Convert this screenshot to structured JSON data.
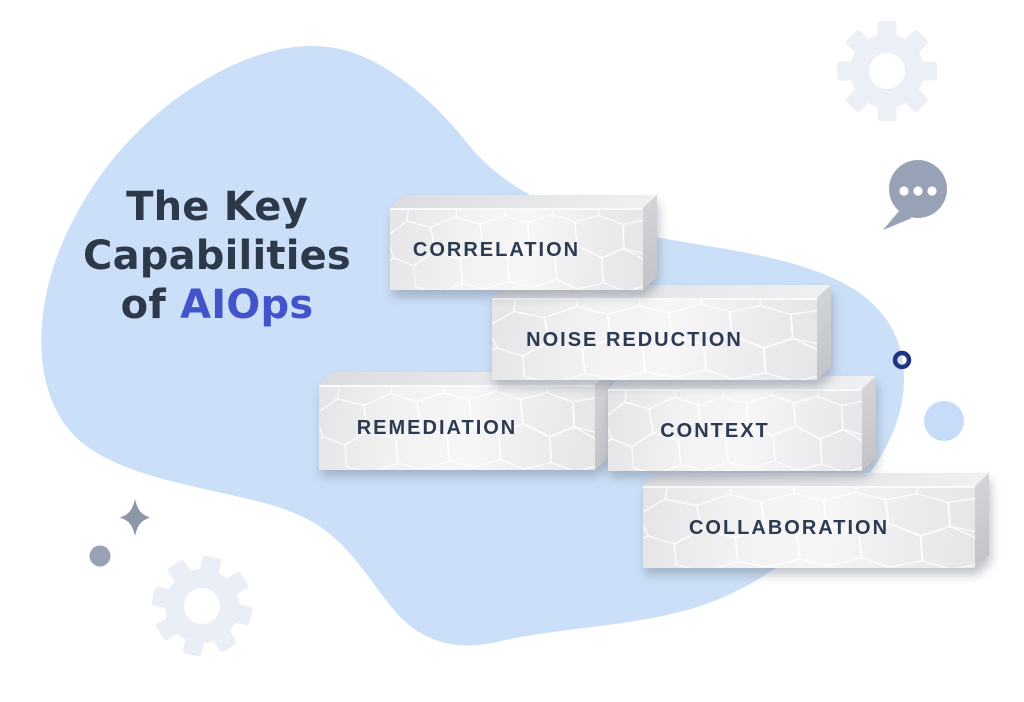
{
  "title": {
    "line1": "The Key",
    "line2": "Capabilities",
    "line3_prefix": "of ",
    "line3_accent": "AIOps",
    "text_color": "#2d3849",
    "accent_color": "#4254ca"
  },
  "blocks": [
    {
      "id": "correlation",
      "label": "CORRELATION"
    },
    {
      "id": "noise-reduction",
      "label": "NOISE REDUCTION"
    },
    {
      "id": "remediation",
      "label": "REMEDIATION"
    },
    {
      "id": "context",
      "label": "CONTEXT"
    },
    {
      "id": "collaboration",
      "label": "COLLABORATION"
    }
  ],
  "block_style": {
    "face_color": "#efeff0",
    "side_color": "#c9cacd",
    "top_color": "#e2e3e6",
    "label_color": "#2c3a52"
  },
  "background": {
    "page": "#ffffff",
    "blob": "#cbdff8"
  },
  "decorations": {
    "gear_top_right": {
      "icon": "gear-icon",
      "color": "#ebf0f7"
    },
    "gear_bottom_left": {
      "icon": "gear-icon",
      "color": "#e9eef7"
    },
    "speech_bubble": {
      "icon": "chat-bubble-icon",
      "color": "#98a2b6",
      "dot_color": "#ffffff",
      "dot_count": 3
    },
    "ring_circle": {
      "icon": "ring-icon",
      "color": "#20357e"
    },
    "blue_dot": {
      "icon": "dot-icon",
      "color": "#c6dcf8"
    },
    "gray_dot": {
      "icon": "dot-icon",
      "color": "#98a2b4"
    },
    "sparkle": {
      "icon": "sparkle-icon",
      "color": "#8d97a8"
    }
  }
}
